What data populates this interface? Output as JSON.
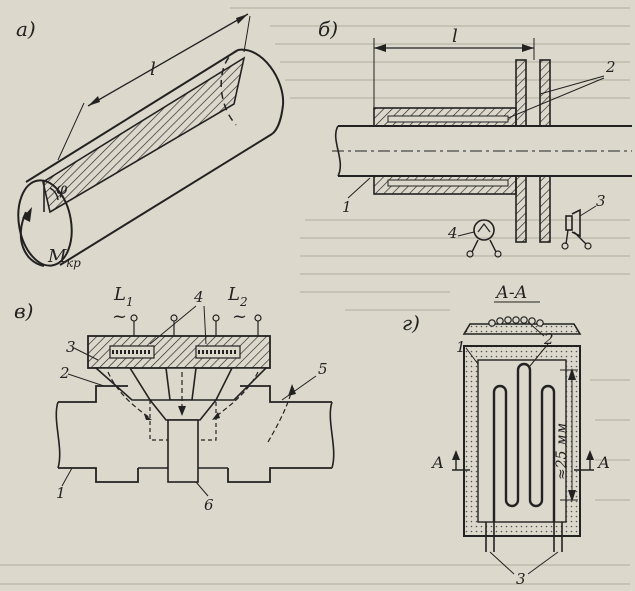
{
  "panels": {
    "a": {
      "label": "а)",
      "length": "l",
      "angle": "φ",
      "torque": "M",
      "torque_sub": "кр"
    },
    "b": {
      "label": "б)",
      "length": "l",
      "callouts": [
        "2",
        "1",
        "4",
        "3"
      ]
    },
    "v": {
      "label": "в)",
      "coil1": "L",
      "coil1_sub": "1",
      "coil2": "L",
      "coil2_sub": "2",
      "tilde1": "~",
      "tilde2": "~",
      "callouts": [
        "3",
        "2",
        "1",
        "4",
        "5",
        "6"
      ]
    },
    "g": {
      "label": "г)",
      "section": "А-А",
      "dimension": "≈25 мм",
      "section_marks": [
        "А",
        "А"
      ],
      "callouts": [
        "1",
        "2",
        "3"
      ]
    }
  }
}
